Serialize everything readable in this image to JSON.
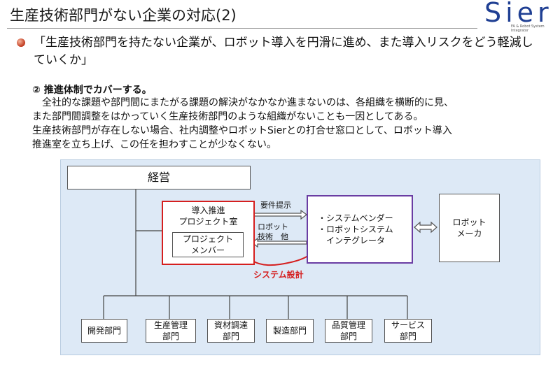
{
  "title": "生産技術部門がない企業の対応(2)",
  "logo": {
    "text": "Sier",
    "tagline": [
      "FA & Robot System",
      "Integrator"
    ]
  },
  "bullet": "「生産技術部門を持たない企業が、ロボット導入を円滑に進め、また導入リスクをどう軽減していくか」",
  "subhead": "② 推進体制でカバーする。",
  "body": [
    "　全社的な課題や部門間にまたがる課題の解決がなかなか進まないのは、各組織を横断的に見、",
    "また部門間調整をはかっていく生産技術部門のような組織がないことも一因としてある。",
    "生産技術部門が存在しない場合、社内調整やロボットSierとの打合せ窓口として、ロボット導入",
    "推進室を立ち上げ、この任を担わすことが少なくない。"
  ],
  "diagram": {
    "management": "経営",
    "project_office": [
      "導入推進",
      "プロジェクト室"
    ],
    "project_members": [
      "プロジェクト",
      "メンバー"
    ],
    "integrator": [
      "・システムベンダー",
      "・ロボットシステム",
      "　インテグレータ"
    ],
    "robot_maker": [
      "ロボット",
      "メーカ"
    ],
    "req_label": "要件提示",
    "robot_tech_label": [
      "ロボット",
      "技術　他"
    ],
    "system_design_label": "システム設計",
    "departments": [
      "開発部門",
      [
        "生産管理",
        "部門"
      ],
      [
        "資材調達",
        "部門"
      ],
      "製造部門",
      [
        "品質管理",
        "部門"
      ],
      [
        "サービス",
        "部門"
      ]
    ]
  },
  "colors": {
    "project_border": "#d51f1f",
    "integrator_border": "#6a3da3",
    "system_design": "#d51f1f",
    "logo": "#1f3f93"
  }
}
